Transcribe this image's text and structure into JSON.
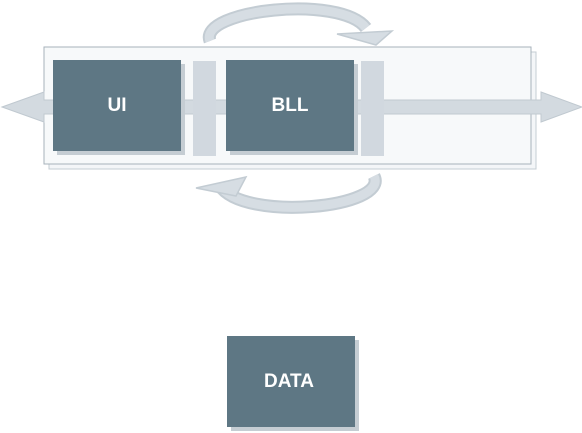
{
  "diagram": {
    "nodes": {
      "ui": {
        "label": "UI"
      },
      "bll": {
        "label": "BLL"
      },
      "data": {
        "label": "DATA"
      }
    },
    "colors": {
      "node_fill": "#5e7784",
      "node_shadow": "#c5cdd3",
      "arrow_fill": "#d6dde3",
      "arrow_stroke": "#c3ccd3",
      "divider_fill": "#d1d8df",
      "panel_fill": "#f4f6f8",
      "panel_border": "#a7b2bb"
    },
    "icons": {
      "top_cycle": "curved-arrow-right-icon",
      "bottom_cycle": "curved-arrow-left-icon",
      "flow": "double-headed-arrow-icon"
    }
  }
}
